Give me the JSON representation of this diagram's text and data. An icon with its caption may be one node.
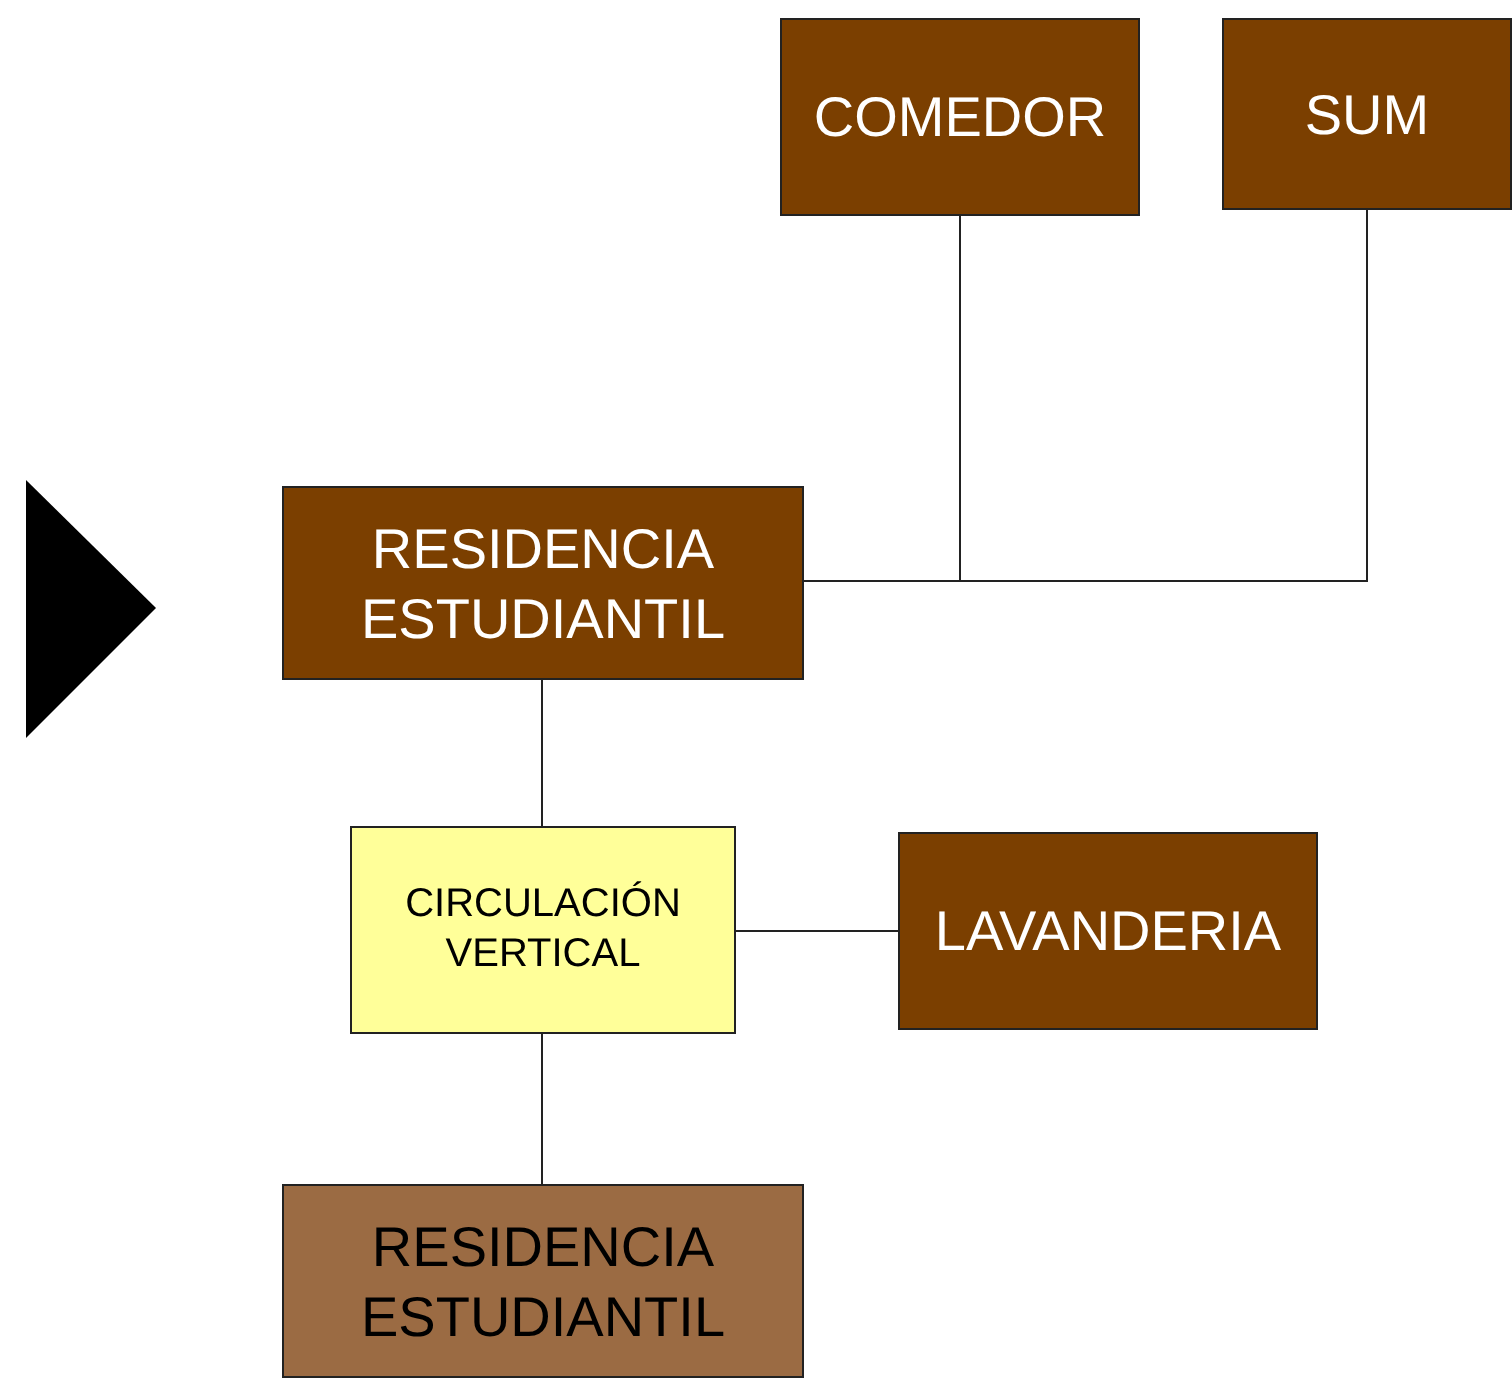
{
  "diagram": {
    "nodes": [
      {
        "text": [
          "COMEDOR"
        ]
      },
      {
        "text": [
          "SUM"
        ]
      },
      {
        "text": [
          "RESIDENCIA ESTUDIANTIL"
        ]
      },
      {
        "text": [
          "CIRCULACIÓN VERTICAL"
        ]
      },
      {
        "text": [
          "LAVANDERIA"
        ]
      },
      {
        "text": [
          "RESIDENCIA ESTUDIANTIL"
        ]
      }
    ],
    "edges": [
      {
        "from": 2,
        "to": 0,
        "arrow": "none"
      },
      {
        "from": 2,
        "to": 1,
        "arrow": "none"
      },
      {
        "from": 2,
        "to": 3,
        "arrow": "none"
      },
      {
        "from": 3,
        "to": 4,
        "arrow": "none"
      },
      {
        "from": 3,
        "to": 5,
        "arrow": "none"
      }
    ]
  }
}
